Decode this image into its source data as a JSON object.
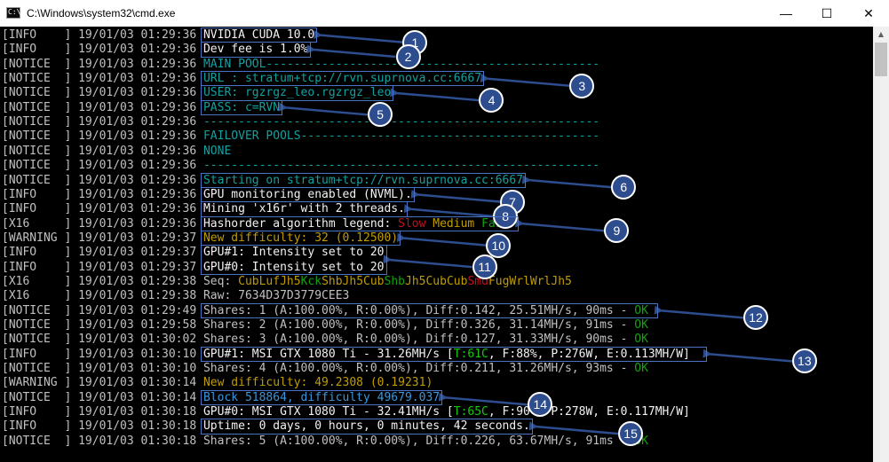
{
  "window": {
    "title": "C:\\Windows\\system32\\cmd.exe",
    "icon_name": "cmd-icon",
    "icon_text": "C:\\"
  },
  "controls": {
    "minimize_label": "—",
    "maximize_label": "☐",
    "close_label": "✕"
  },
  "colors": {
    "default": "#c0c0c0",
    "white": "#f2f2f2",
    "teal": "#3a96dd",
    "cyan": "#13a0a0",
    "yellow": "#c19c00",
    "green": "#13a10e",
    "red": "#c50f1f",
    "bright_green": "#16c60c",
    "highlight": "#4a73c6",
    "marker": "#2e4d8e"
  },
  "lines": [
    {
      "segs": [
        [
          "[INFO    ] 19/01/03 01:29:36 ",
          "default"
        ],
        [
          "NVIDIA CUDA 10.0",
          "white"
        ]
      ]
    },
    {
      "segs": [
        [
          "[INFO    ] 19/01/03 01:29:36 ",
          "default"
        ],
        [
          "Dev fee is 1.0%",
          "white"
        ]
      ]
    },
    {
      "segs": [
        [
          "[NOTICE  ] 19/01/03 01:29:36 ",
          "default"
        ],
        [
          "MAIN POOL------------------------------------------------",
          "cyan"
        ]
      ]
    },
    {
      "segs": [
        [
          "[NOTICE  ] 19/01/03 01:29:36 ",
          "default"
        ],
        [
          "URL : stratum+tcp://rvn.suprnova.cc:6667",
          "cyan"
        ]
      ]
    },
    {
      "segs": [
        [
          "[NOTICE  ] 19/01/03 01:29:36 ",
          "default"
        ],
        [
          "USER: rgzrgz_leo.rgzrgz_leo",
          "cyan"
        ]
      ]
    },
    {
      "segs": [
        [
          "[NOTICE  ] 19/01/03 01:29:36 ",
          "default"
        ],
        [
          "PASS: c=RVN",
          "cyan"
        ]
      ]
    },
    {
      "segs": [
        [
          "[NOTICE  ] 19/01/03 01:29:36 ",
          "default"
        ],
        [
          "---------------------------------------------------------",
          "cyan"
        ]
      ]
    },
    {
      "segs": [
        [
          "[NOTICE  ] 19/01/03 01:29:36 ",
          "default"
        ],
        [
          "FAILOVER POOLS-------------------------------------------",
          "cyan"
        ]
      ]
    },
    {
      "segs": [
        [
          "[NOTICE  ] 19/01/03 01:29:36 ",
          "default"
        ],
        [
          "NONE",
          "cyan"
        ]
      ]
    },
    {
      "segs": [
        [
          "[NOTICE  ] 19/01/03 01:29:36 ",
          "default"
        ],
        [
          "---------------------------------------------------------",
          "cyan"
        ]
      ]
    },
    {
      "segs": [
        [
          "[NOTICE  ] 19/01/03 01:29:36 ",
          "default"
        ],
        [
          "Starting on stratum+tcp://rvn.suprnova.cc:6667",
          "cyan"
        ]
      ]
    },
    {
      "segs": [
        [
          "[INFO    ] 19/01/03 01:29:36 ",
          "default"
        ],
        [
          "GPU monitoring enabled (NVML).",
          "white"
        ]
      ]
    },
    {
      "segs": [
        [
          "[INFO    ] 19/01/03 01:29:36 ",
          "default"
        ],
        [
          "Mining 'x16r' with 2 threads.",
          "white"
        ]
      ]
    },
    {
      "segs": [
        [
          "[X16     ] 19/01/03 01:29:36 ",
          "default"
        ],
        [
          "Hashorder algorithm legend: ",
          "white"
        ],
        [
          "Slow ",
          "red"
        ],
        [
          "Medium ",
          "yellow"
        ],
        [
          "Fast",
          "green"
        ]
      ]
    },
    {
      "segs": [
        [
          "[WARNING ] 19/01/03 01:29:37 ",
          "default"
        ],
        [
          "New difficulty: 32 (0.12500)",
          "yellow"
        ]
      ]
    },
    {
      "segs": [
        [
          "[INFO    ] 19/01/03 01:29:37 ",
          "default"
        ],
        [
          "GPU#1: Intensity set to 20",
          "white"
        ]
      ]
    },
    {
      "segs": [
        [
          "[INFO    ] 19/01/03 01:29:37 ",
          "default"
        ],
        [
          "GPU#0: Intensity set to 20",
          "white"
        ]
      ]
    },
    {
      "segs": [
        [
          "[X16     ] 19/01/03 01:29:38 ",
          "default"
        ],
        [
          "Seq: ",
          "default"
        ],
        [
          "CubLufJh5",
          "yellow"
        ],
        [
          "Kck",
          "green"
        ],
        [
          "Shb",
          "yellow"
        ],
        [
          "Jh5Cub",
          "yellow"
        ],
        [
          "Shb",
          "green"
        ],
        [
          "Jh5CubCub",
          "yellow"
        ],
        [
          "Smd",
          "red"
        ],
        [
          "FugWrlWrlJh5",
          "yellow"
        ]
      ]
    },
    {
      "segs": [
        [
          "[X16     ] 19/01/03 01:29:38 ",
          "default"
        ],
        [
          "Raw: 7634D37D3779CEE3",
          "default"
        ]
      ]
    },
    {
      "segs": [
        [
          "[NOTICE  ] 19/01/03 01:29:49 ",
          "default"
        ],
        [
          "Shares: 1 (A:100.00%, R:0.00%), Diff:0.142, 25.51MH/s, 90ms - ",
          "default"
        ],
        [
          "OK",
          "green"
        ]
      ]
    },
    {
      "segs": [
        [
          "[NOTICE  ] 19/01/03 01:29:58 ",
          "default"
        ],
        [
          "Shares: 2 (A:100.00%, R:0.00%), Diff:0.326, 31.14MH/s, 91ms - ",
          "default"
        ],
        [
          "OK",
          "green"
        ]
      ]
    },
    {
      "segs": [
        [
          "[NOTICE  ] 19/01/03 01:30:02 ",
          "default"
        ],
        [
          "Shares: 3 (A:100.00%, R:0.00%), Diff:0.127, 31.33MH/s, 90ms - ",
          "default"
        ],
        [
          "OK",
          "green"
        ]
      ]
    },
    {
      "segs": [
        [
          "[INFO    ] 19/01/03 01:30:10 ",
          "default"
        ],
        [
          "GPU#1: MSI GTX 1080 Ti - 31.26MH/s [",
          "white"
        ],
        [
          "T:61C",
          "bright_green"
        ],
        [
          ", F:88%, P:276W, E:0.113MH/W]",
          "white"
        ]
      ]
    },
    {
      "segs": [
        [
          "[NOTICE  ] 19/01/03 01:30:10 ",
          "default"
        ],
        [
          "Shares: 4 (A:100.00%, R:0.00%), Diff:0.211, 31.26MH/s, 93ms - ",
          "default"
        ],
        [
          "OK",
          "green"
        ]
      ]
    },
    {
      "segs": [
        [
          "[WARNING ] 19/01/03 01:30:14 ",
          "default"
        ],
        [
          "New difficulty: 49.2308 (0.19231)",
          "yellow"
        ]
      ]
    },
    {
      "segs": [
        [
          "[NOTICE  ] 19/01/03 01:30:14 ",
          "default"
        ],
        [
          "Block 518864, difficulty 49679.037",
          "teal"
        ]
      ]
    },
    {
      "segs": [
        [
          "[INFO    ] 19/01/03 01:30:18 ",
          "default"
        ],
        [
          "GPU#0: MSI GTX 1080 Ti - 32.41MH/s [",
          "white"
        ],
        [
          "T:65C",
          "bright_green"
        ],
        [
          ", F:90%, P:278W, E:0.117MH/W]",
          "white"
        ]
      ]
    },
    {
      "segs": [
        [
          "[INFO    ] 19/01/03 01:30:18 ",
          "default"
        ],
        [
          "Uptime: 0 days, 0 hours, 0 minutes, 42 seconds.",
          "white"
        ]
      ]
    },
    {
      "segs": [
        [
          "[NOTICE  ] 19/01/03 01:30:18 ",
          "default"
        ],
        [
          "Shares: 5 (A:100.00%, R:0.00%), Diff:0.226, 63.67MH/s, 91ms - ",
          "default"
        ],
        [
          "OK",
          "green"
        ]
      ]
    }
  ],
  "callouts": [
    {
      "label": "1",
      "row": 0,
      "start": 29,
      "len": 16
    },
    {
      "label": "2",
      "row": 1,
      "start": 29,
      "len": 15
    },
    {
      "label": "3",
      "row": 3,
      "start": 29,
      "len": 40
    },
    {
      "label": "4",
      "row": 4,
      "start": 29,
      "len": 27
    },
    {
      "label": "5",
      "row": 5,
      "start": 29,
      "len": 11
    },
    {
      "label": "6",
      "row": 10,
      "start": 29,
      "len": 46
    },
    {
      "label": "7",
      "row": 11,
      "start": 29,
      "len": 30
    },
    {
      "label": "8",
      "row": 12,
      "start": 29,
      "len": 29
    },
    {
      "label": "9",
      "row": 13,
      "start": 29,
      "len": 45
    },
    {
      "label": "10",
      "row": 14,
      "start": 29,
      "len": 28
    },
    {
      "label": "11",
      "row": 15,
      "start": 29,
      "len": 26,
      "rows": 2
    },
    {
      "label": "12",
      "row": 19,
      "start": 29,
      "len": 65
    },
    {
      "label": "13",
      "row": 22,
      "start": 29,
      "len": 72
    },
    {
      "label": "14",
      "row": 25,
      "start": 29,
      "len": 34
    },
    {
      "label": "15",
      "row": 27,
      "start": 29,
      "len": 47
    }
  ]
}
